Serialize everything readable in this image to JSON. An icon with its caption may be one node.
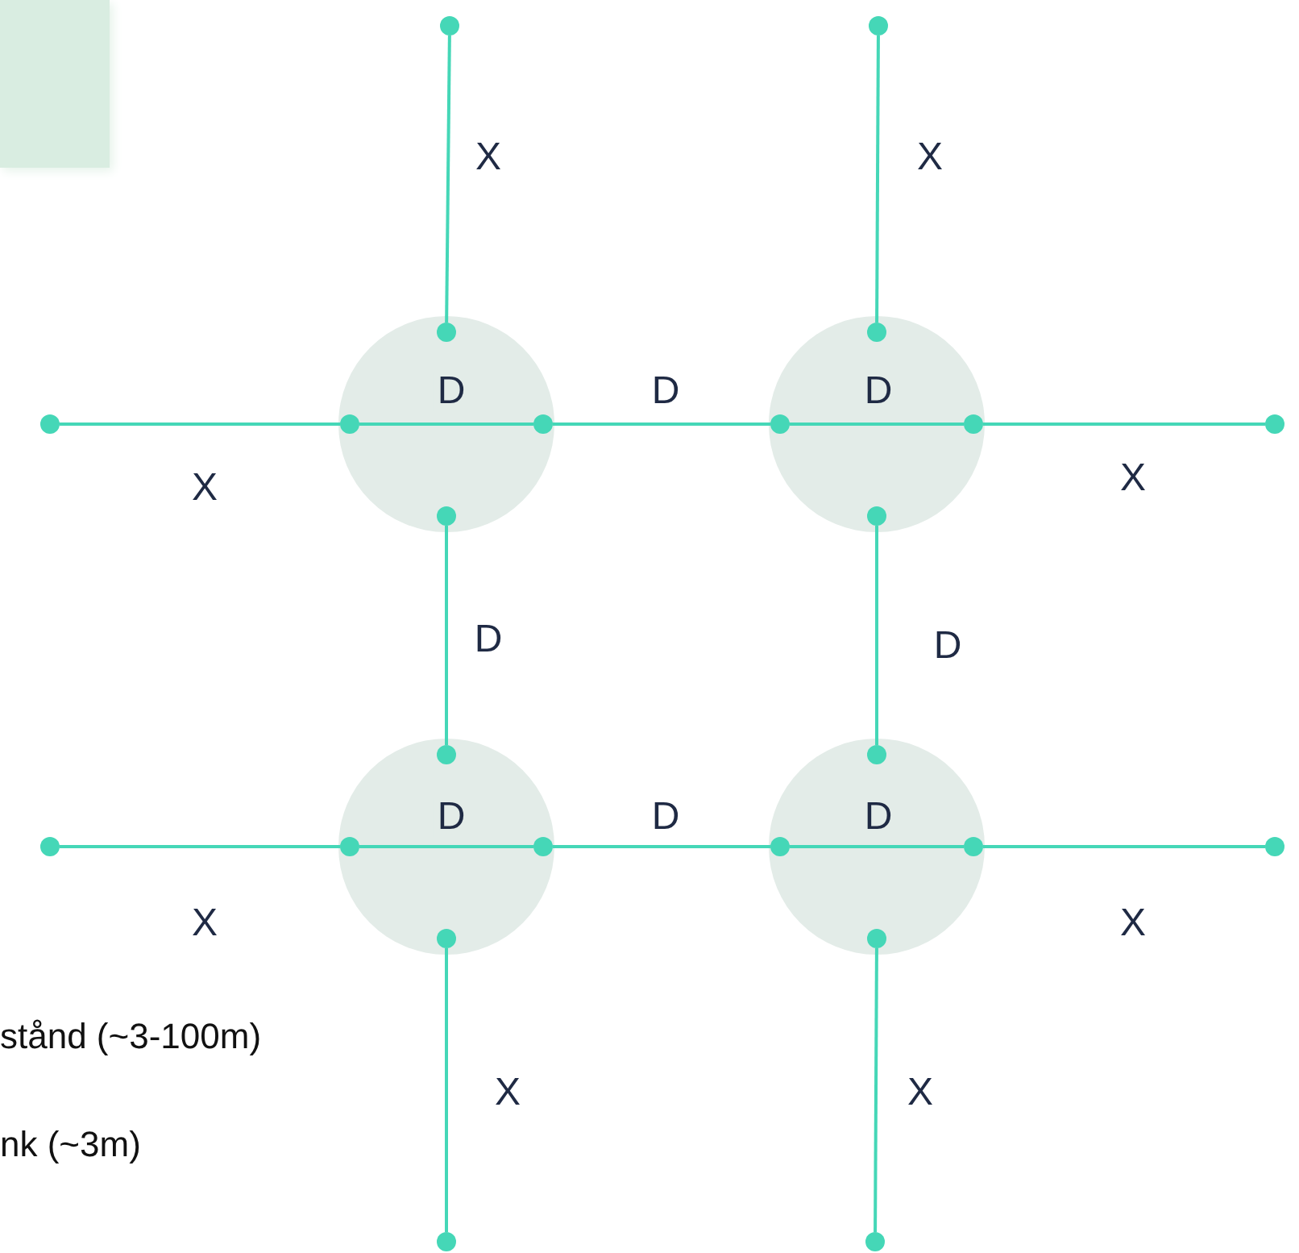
{
  "diagram": {
    "nodes": [
      {
        "text": [],
        "shape": "circle"
      },
      {
        "text": [],
        "shape": "circle"
      },
      {
        "text": [],
        "shape": "circle"
      },
      {
        "text": [],
        "shape": "circle",
        "in": 2
      },
      {
        "text": [],
        "shape": "circle",
        "in": 2
      },
      {
        "text": [],
        "shape": "circle",
        "in": 2
      },
      {
        "text": [],
        "shape": "circle",
        "in": 2
      },
      {
        "text": [],
        "shape": "circle"
      },
      {
        "text": [],
        "shape": "circle",
        "in": 7
      },
      {
        "text": [],
        "shape": "circle",
        "in": 7
      },
      {
        "text": [],
        "shape": "circle",
        "in": 7
      },
      {
        "text": [],
        "shape": "circle",
        "in": 7
      },
      {
        "text": [],
        "shape": "circle"
      },
      {
        "text": [],
        "shape": "circle"
      },
      {
        "text": [],
        "shape": "circle"
      },
      {
        "text": [],
        "shape": "circle",
        "in": 14
      },
      {
        "text": [],
        "shape": "circle",
        "in": 14
      },
      {
        "text": [],
        "shape": "circle",
        "in": 14
      },
      {
        "text": [],
        "shape": "circle",
        "in": 14
      },
      {
        "text": [],
        "shape": "circle"
      },
      {
        "text": [],
        "shape": "circle",
        "in": 19
      },
      {
        "text": [],
        "shape": "circle",
        "in": 19
      },
      {
        "text": [],
        "shape": "circle",
        "in": 19
      },
      {
        "text": [],
        "shape": "circle",
        "in": 19
      },
      {
        "text": [],
        "shape": "circle"
      },
      {
        "text": [],
        "shape": "circle"
      },
      {
        "text": [],
        "shape": "circle"
      },
      {
        "text": [],
        "shape": "circle"
      }
    ],
    "edges": [
      {
        "from": 0,
        "to": 3,
        "arrow": "none",
        "label": "X"
      },
      {
        "from": 1,
        "to": 8,
        "arrow": "none",
        "label": "X"
      },
      {
        "from": 4,
        "to": 5,
        "arrow": "none",
        "label": "D"
      },
      {
        "from": 5,
        "to": 9,
        "arrow": "none",
        "label": "D"
      },
      {
        "from": 9,
        "to": 10,
        "arrow": "none",
        "label": "D"
      },
      {
        "from": 12,
        "to": 4,
        "arrow": "none",
        "label": "X"
      },
      {
        "from": 10,
        "to": 13,
        "arrow": "none",
        "label": "X"
      },
      {
        "from": 6,
        "to": 15,
        "arrow": "none",
        "label": "D"
      },
      {
        "from": 11,
        "to": 20,
        "arrow": "none",
        "label": "D"
      },
      {
        "from": 16,
        "to": 17,
        "arrow": "none",
        "label": "D"
      },
      {
        "from": 17,
        "to": 21,
        "arrow": "none",
        "label": "D"
      },
      {
        "from": 21,
        "to": 22,
        "arrow": "none",
        "label": "D"
      },
      {
        "from": 24,
        "to": 16,
        "arrow": "none",
        "label": "X"
      },
      {
        "from": 22,
        "to": 25,
        "arrow": "none",
        "label": "X"
      },
      {
        "from": 18,
        "to": 26,
        "arrow": "none",
        "label": "X"
      },
      {
        "from": 23,
        "to": 27,
        "arrow": "none",
        "label": "X"
      }
    ],
    "labels": [
      "stånd (~3-100m)",
      "nk (~3m)"
    ]
  }
}
